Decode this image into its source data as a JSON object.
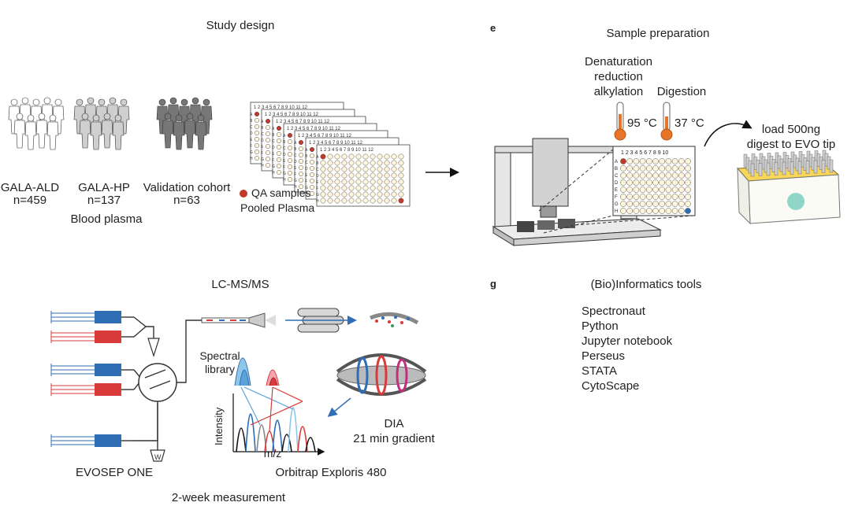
{
  "study": {
    "title": "Study design",
    "cohorts": [
      {
        "name": "GALA-ALD",
        "n": "n=459"
      },
      {
        "name": "GALA-HP",
        "n": "n=137"
      },
      {
        "name": "Validation cohort",
        "n": "n=63"
      }
    ],
    "sample_type": "Blood plasma",
    "plate_legend_line1": "QA samples",
    "plate_legend_line2": "Pooled Plasma",
    "plate_cols": "1 2 3 4 5 6 7 8 9 10 11 12",
    "plate_rows": [
      "A",
      "B",
      "C",
      "D",
      "E",
      "F",
      "G",
      "H"
    ]
  },
  "prep": {
    "panel_letter": "e",
    "title": "Sample preparation",
    "step1_line1": "Denaturation",
    "step1_line2": "reduction",
    "step1_line3": "alkylation",
    "step2": "Digestion",
    "temp1": "95 °C",
    "temp2": "37 °C",
    "load_line1": "load 500ng",
    "load_line2": "digest to EVO tip",
    "big_plate_cols": "1 2 3 4 5 6 7 8 9 10"
  },
  "lcms": {
    "title": "LC-MS/MS",
    "spectral_line1": "Spectral",
    "spectral_line2": "library",
    "y_axis": "Intensity",
    "x_axis": "m/z",
    "dia_line1": "DIA",
    "dia_line2": "21 min gradient",
    "instrument_left": "EVOSEP ONE",
    "instrument_right": "Orbitrap Exploris 480",
    "duration": "2-week measurement"
  },
  "tools": {
    "panel_letter": "g",
    "title": "(Bio)Informatics tools",
    "items": [
      "Spectronaut",
      "Python",
      "Jupyter notebook",
      "Perseus",
      "STATA",
      "CytoScape"
    ]
  },
  "colors": {
    "blue": "#2f6db5",
    "red": "#d93a3a",
    "orange": "#e8742a",
    "plate_well": "#fff6dc",
    "yellow": "#f2c531",
    "teal": "#8fd6c9"
  }
}
